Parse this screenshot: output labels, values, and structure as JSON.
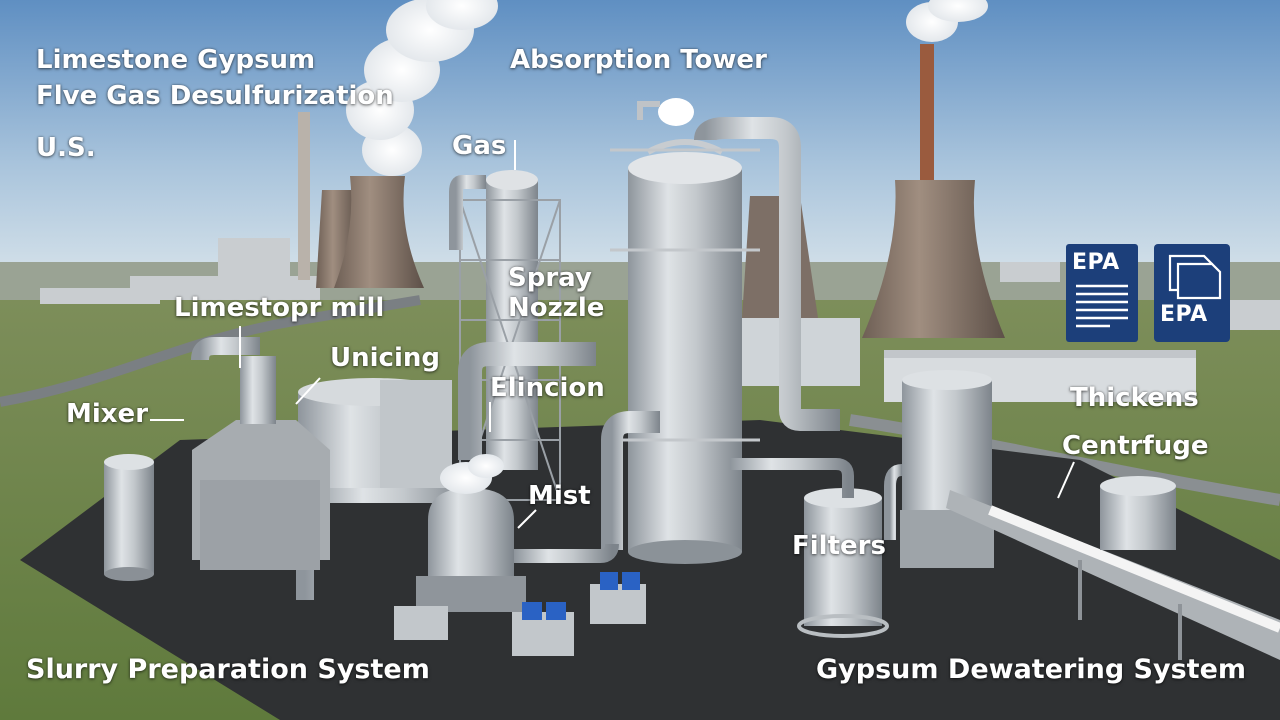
{
  "header": {
    "title_line1": "Limestone Gypsum",
    "title_line2": "Flve Gas Desulfurization",
    "region": "U.S."
  },
  "labels": {
    "absorption_tower": "Absorption Tower",
    "gas": "Gas",
    "spray_nozzle_line1": "Spray",
    "spray_nozzle_line2": "Nozzle",
    "limestone_mill": "Limestopr mill",
    "unicing": "Unicing",
    "elincion": "Elincion",
    "mixer": "Mixer",
    "mist": "Mist",
    "filters": "Filters",
    "thickens": "Thickens",
    "centrifuge": "Centrfuge"
  },
  "sections": {
    "slurry": "Slurry Preparation System",
    "gypsum": "Gypsum Dewatering System"
  },
  "badges": [
    {
      "text": "EPA",
      "icon": "document-icon"
    },
    {
      "text": "EPA",
      "icon": "copy-documents-icon"
    }
  ],
  "colors": {
    "sky_top": "#6f9cc9",
    "sky_bottom": "#d9e6ee",
    "badge_blue": "#1c3f7a",
    "steel": "#b8bec4",
    "cooling_tower": "#8a7a6e",
    "ground": "#2e2f31",
    "grass": "#6f8a4a"
  }
}
